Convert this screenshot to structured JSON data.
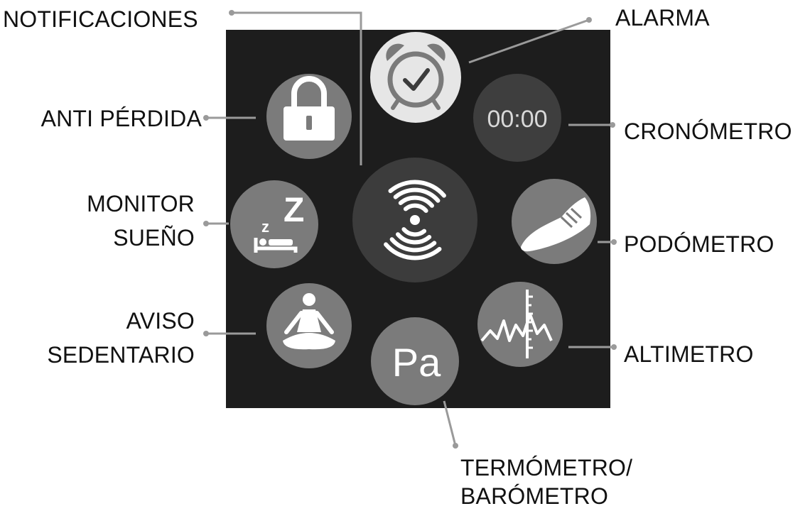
{
  "labels": {
    "notificaciones": "NOTIFICACIONES",
    "alarma": "ALARMA",
    "anti_perdida": "ANTI PÉRDIDA",
    "cronometro": "CRONÓMETRO",
    "monitor_sueno_line1": "MONITOR",
    "monitor_sueno_line2": "SUEÑO",
    "podometro": "PODÓMETRO",
    "aviso_sedentario_line1": "AVISO",
    "aviso_sedentario_line2": "SEDENTARIO",
    "altimetro": "ALTIMETRO",
    "termometro_line1": "TERMÓMETRO/",
    "termometro_line2": "BARÓMETRO"
  },
  "screen": {
    "stopwatch_text": "00:00",
    "pressure_text": "Pa",
    "sleep_z_large": "Z",
    "sleep_z_small": "z"
  },
  "icon_names": [
    "alarm-clock-icon",
    "lock-icon",
    "stopwatch-icon",
    "sleep-icon",
    "notification-radar-icon",
    "shoe-icon",
    "meditation-icon",
    "altimeter-icon",
    "barometer-icon"
  ],
  "colors": {
    "screen_bg": "#1d1d1d",
    "circle_gray": "#7b7b7b",
    "circle_light": "#e6e6e6",
    "circle_dark": "#3e3e3e",
    "glyph_white": "#ffffff",
    "leader_line": "#9a9a9a",
    "label_text": "#111111"
  }
}
